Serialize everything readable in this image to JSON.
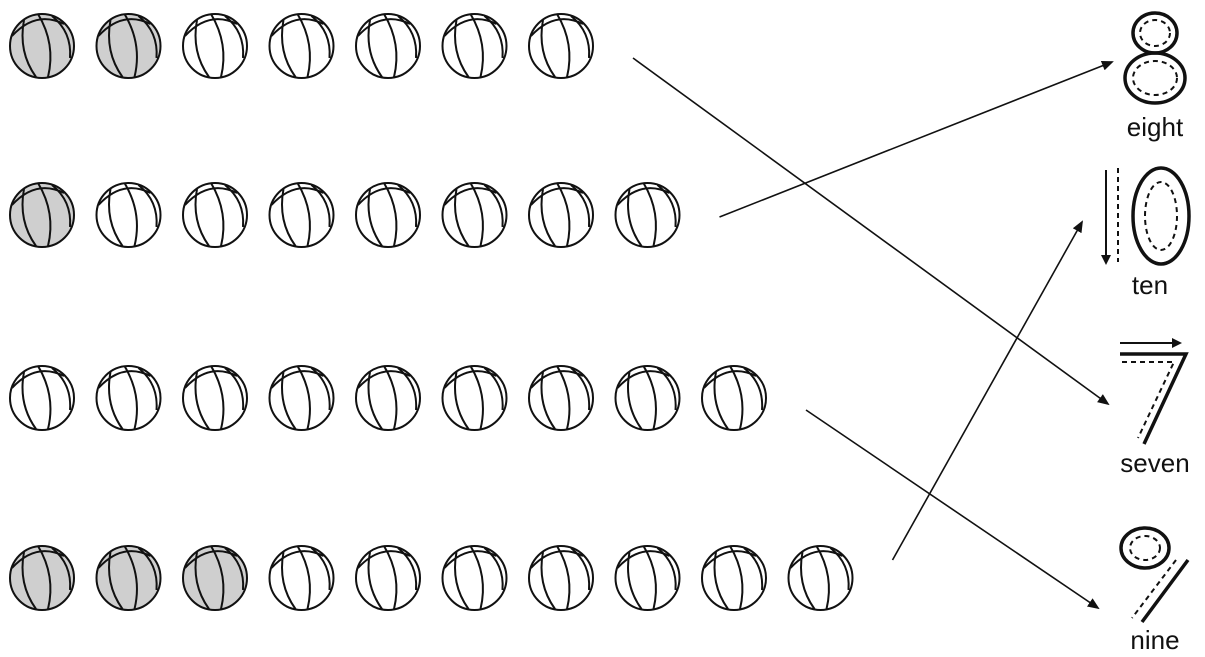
{
  "ball_rows": [
    {
      "count": 7,
      "shaded": 2
    },
    {
      "count": 8,
      "shaded": 1
    },
    {
      "count": 9,
      "shaded": 0
    },
    {
      "count": 10,
      "shaded": 3
    }
  ],
  "numbers": [
    {
      "digit": "8",
      "word": "eight"
    },
    {
      "digit": "10",
      "word": "ten"
    },
    {
      "digit": "7",
      "word": "seven"
    },
    {
      "digit": "9",
      "word": "nine"
    }
  ],
  "matches": [
    {
      "row": 0,
      "number": 2
    },
    {
      "row": 1,
      "number": 0
    },
    {
      "row": 2,
      "number": 3
    },
    {
      "row": 3,
      "number": 1
    }
  ],
  "colors": {
    "ink": "#111111",
    "shaded_ball": "#cfcfcf",
    "plain_ball": "#ffffff"
  }
}
